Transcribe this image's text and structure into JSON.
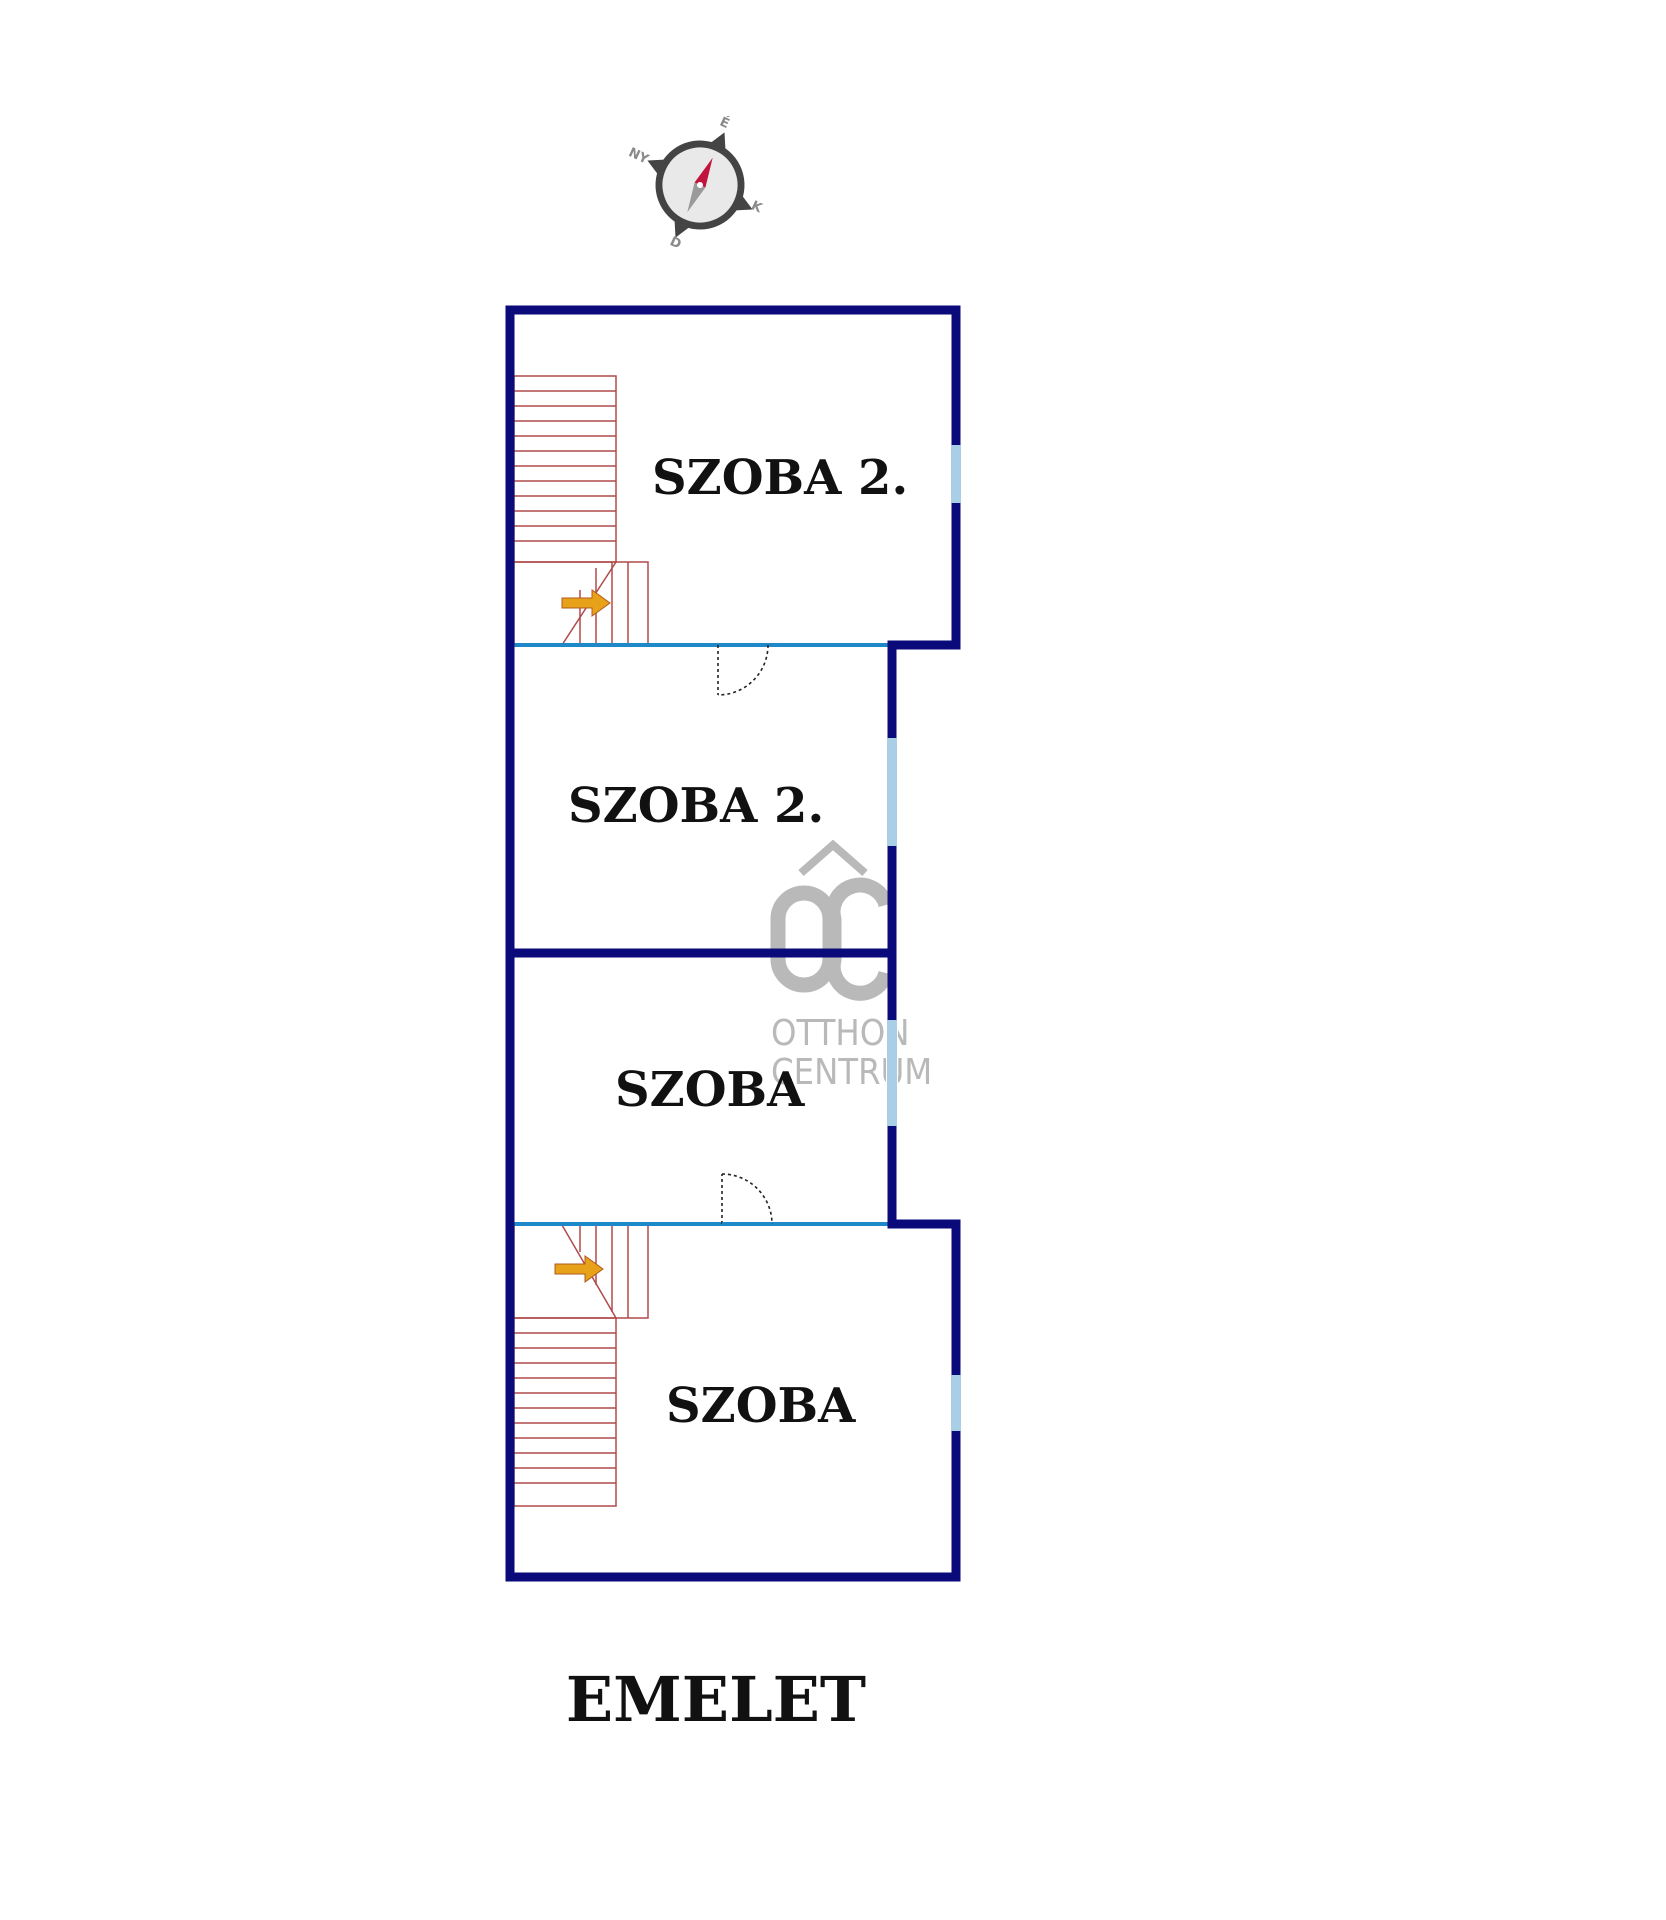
{
  "floor_title": "EMELET",
  "rooms": [
    {
      "label": "SZOBA 2."
    },
    {
      "label": "SZOBA 2."
    },
    {
      "label": "SZOBA"
    },
    {
      "label": "SZOBA"
    }
  ],
  "compass": {
    "north": "É",
    "south": "D",
    "east": "K",
    "west": "NY",
    "needle_north_color": "#c0143c",
    "needle_south_color": "#9a9a9a"
  },
  "watermark": {
    "logo": "OC",
    "line1": "OTTHON",
    "line2": "CENTRUM"
  },
  "colors": {
    "outer_wall": "#0a0a7a",
    "partition": "#1e88c8",
    "window": "#a9cfe6",
    "stairs": "#b04a4a",
    "arrow": "#e8a21a",
    "watermark": "#b9b9b9"
  }
}
